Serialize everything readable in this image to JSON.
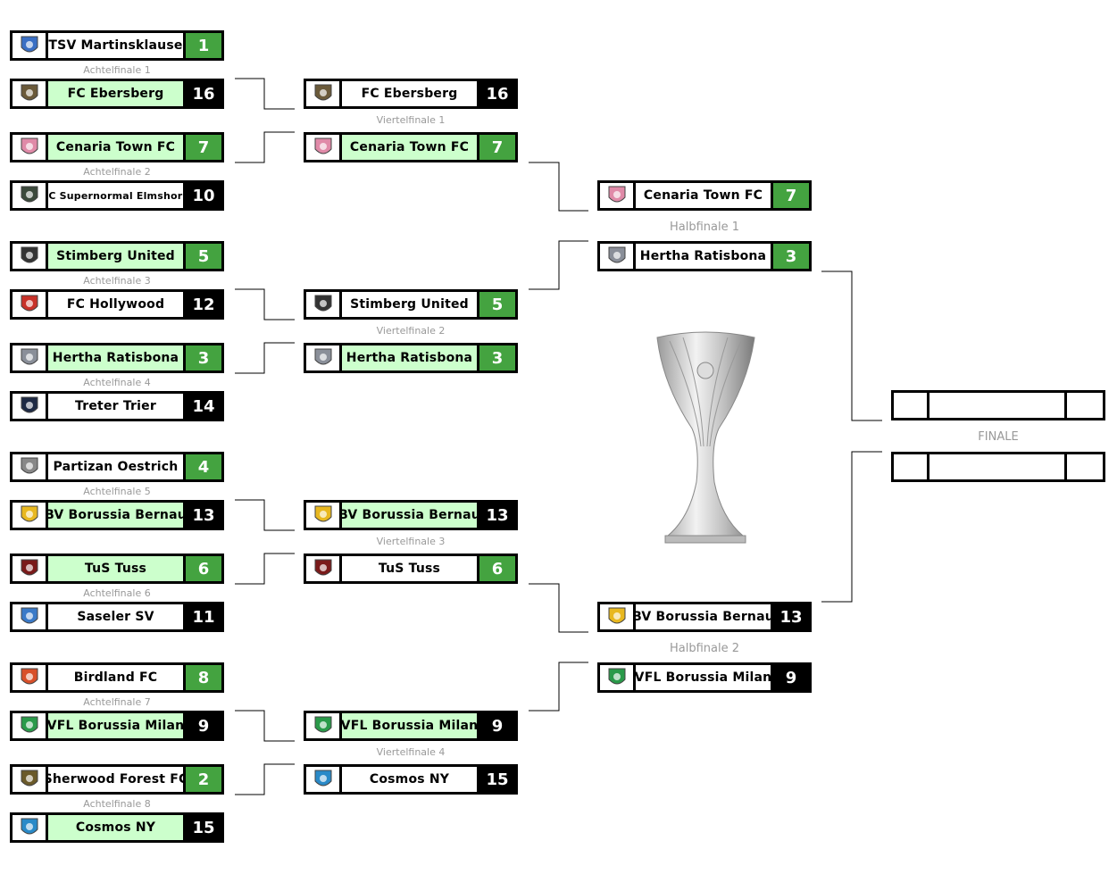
{
  "colors": {
    "winner_bg": "#ccffcc",
    "green_score": "#44a340",
    "black_score": "#000000"
  },
  "round_of_16": [
    {
      "label": "Achtelfinale 1",
      "teams": [
        {
          "name": "TSV Martinsklause",
          "score": "1",
          "hl": false,
          "style": "green",
          "logo": "#3a6fc4"
        },
        {
          "name": "FC Ebersberg",
          "score": "16",
          "hl": true,
          "style": "black",
          "logo": "#6b5a3a"
        }
      ]
    },
    {
      "label": "Achtelfinale 2",
      "teams": [
        {
          "name": "Cenaria Town FC",
          "score": "7",
          "hl": true,
          "style": "green",
          "logo": "#e08aa8"
        },
        {
          "name": "FC Supernormal Elmshorn",
          "score": "10",
          "hl": false,
          "style": "black",
          "logo": "#3c4a3c"
        }
      ]
    },
    {
      "label": "Achtelfinale 3",
      "teams": [
        {
          "name": "Stimberg United",
          "score": "5",
          "hl": true,
          "style": "green",
          "logo": "#333333"
        },
        {
          "name": "FC Hollywood",
          "score": "12",
          "hl": false,
          "style": "black",
          "logo": "#c8322a"
        }
      ]
    },
    {
      "label": "Achtelfinale 4",
      "teams": [
        {
          "name": "Hertha Ratisbona",
          "score": "3",
          "hl": true,
          "style": "green",
          "logo": "#8a8f99"
        },
        {
          "name": "Treter Trier",
          "score": "14",
          "hl": false,
          "style": "black",
          "logo": "#1e2a44"
        }
      ]
    },
    {
      "label": "Achtelfinale 5",
      "teams": [
        {
          "name": "Partizan Oestrich",
          "score": "4",
          "hl": false,
          "style": "green",
          "logo": "#888888"
        },
        {
          "name": "BV Borussia Bernau",
          "score": "13",
          "hl": true,
          "style": "black",
          "logo": "#e8b820"
        }
      ]
    },
    {
      "label": "Achtelfinale 6",
      "teams": [
        {
          "name": "TuS Tuss",
          "score": "6",
          "hl": true,
          "style": "green",
          "logo": "#7a1a1a"
        },
        {
          "name": "Saseler SV",
          "score": "11",
          "hl": false,
          "style": "black",
          "logo": "#3a7ac8"
        }
      ]
    },
    {
      "label": "Achtelfinale 7",
      "teams": [
        {
          "name": "Birdland FC",
          "score": "8",
          "hl": false,
          "style": "green",
          "logo": "#d8502a"
        },
        {
          "name": "VFL Borussia Milan",
          "score": "9",
          "hl": true,
          "style": "black",
          "logo": "#2a9a4a"
        }
      ]
    },
    {
      "label": "Achtelfinale 8",
      "teams": [
        {
          "name": "Sherwood Forest FC",
          "score": "2",
          "hl": false,
          "style": "green",
          "logo": "#6b5a2a"
        },
        {
          "name": "Cosmos NY",
          "score": "15",
          "hl": true,
          "style": "black",
          "logo": "#2a8ac8"
        }
      ]
    }
  ],
  "quarterfinals": [
    {
      "label": "Viertelfinale 1",
      "teams": [
        {
          "name": "FC Ebersberg",
          "score": "16",
          "hl": false,
          "style": "black",
          "logo": "#6b5a3a"
        },
        {
          "name": "Cenaria Town FC",
          "score": "7",
          "hl": true,
          "style": "green",
          "logo": "#e08aa8"
        }
      ]
    },
    {
      "label": "Viertelfinale 2",
      "teams": [
        {
          "name": "Stimberg United",
          "score": "5",
          "hl": false,
          "style": "green",
          "logo": "#333333"
        },
        {
          "name": "Hertha Ratisbona",
          "score": "3",
          "hl": true,
          "style": "green",
          "logo": "#8a8f99"
        }
      ]
    },
    {
      "label": "Viertelfinale 3",
      "teams": [
        {
          "name": "BV Borussia Bernau",
          "score": "13",
          "hl": true,
          "style": "black",
          "logo": "#e8b820"
        },
        {
          "name": "TuS Tuss",
          "score": "6",
          "hl": false,
          "style": "green",
          "logo": "#7a1a1a"
        }
      ]
    },
    {
      "label": "Viertelfinale 4",
      "teams": [
        {
          "name": "VFL Borussia Milan",
          "score": "9",
          "hl": true,
          "style": "black",
          "logo": "#2a9a4a"
        },
        {
          "name": "Cosmos NY",
          "score": "15",
          "hl": false,
          "style": "black",
          "logo": "#2a8ac8"
        }
      ]
    }
  ],
  "semifinals": [
    {
      "label": "Halbfinale 1",
      "teams": [
        {
          "name": "Cenaria Town FC",
          "score": "7",
          "hl": false,
          "style": "green",
          "logo": "#e08aa8"
        },
        {
          "name": "Hertha Ratisbona",
          "score": "3",
          "hl": false,
          "style": "green",
          "logo": "#8a8f99"
        }
      ]
    },
    {
      "label": "Halbfinale 2",
      "teams": [
        {
          "name": "BV Borussia Bernau",
          "score": "13",
          "hl": false,
          "style": "black",
          "logo": "#e8b820"
        },
        {
          "name": "VFL Borussia Milan",
          "score": "9",
          "hl": false,
          "style": "black",
          "logo": "#2a9a4a"
        }
      ]
    }
  ],
  "final": {
    "label": "FINALE",
    "teams": [
      {
        "name": "",
        "score": "",
        "hl": false,
        "style": "none"
      },
      {
        "name": "",
        "score": "",
        "hl": false,
        "style": "none"
      }
    ]
  }
}
